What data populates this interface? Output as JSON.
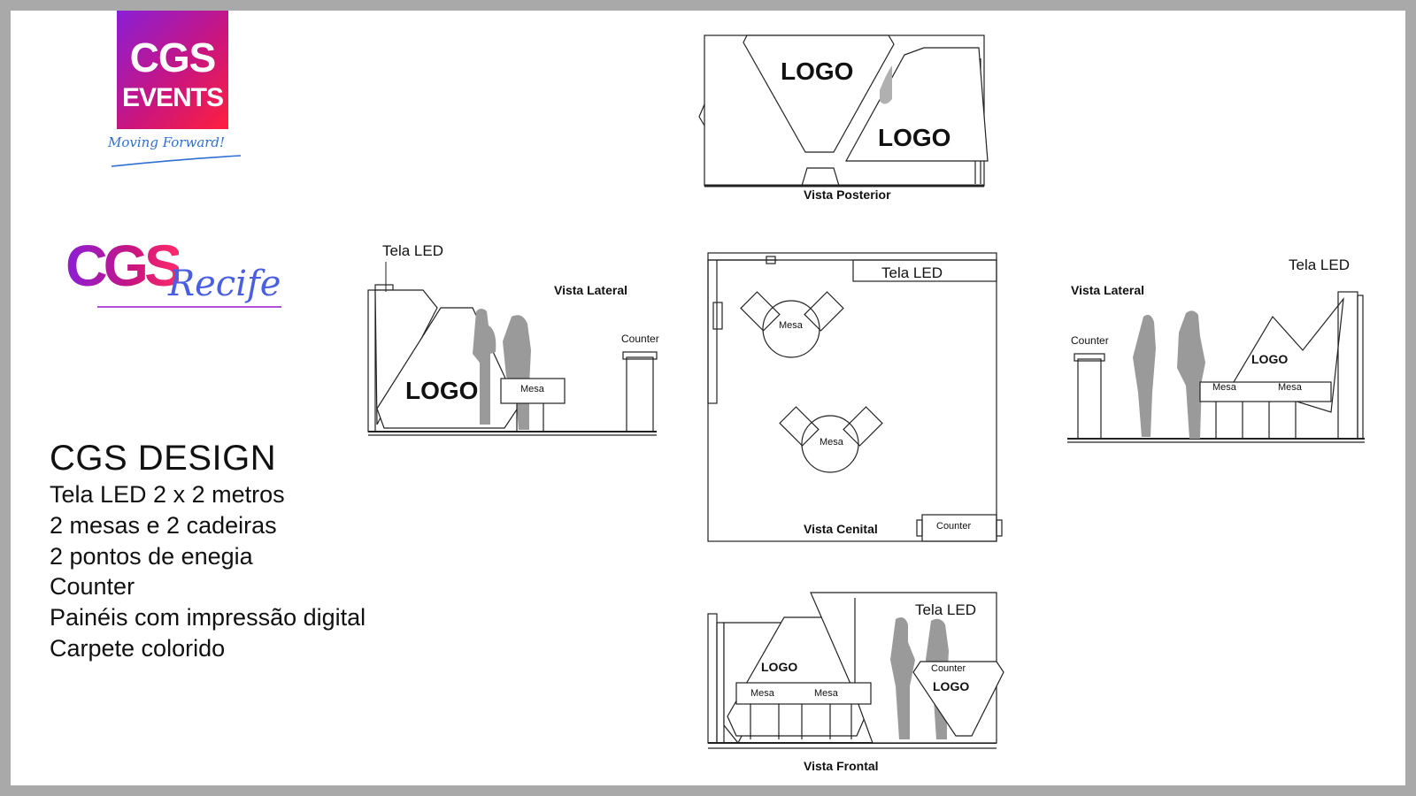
{
  "brand": {
    "cgs": "CGS",
    "events": "EVENTS",
    "tagline": "Moving Forward!",
    "recife_cgs": "CGS",
    "recife_script": "Recife"
  },
  "specs": {
    "title": "CGS DESIGN",
    "items": [
      "Tela LED 2 x 2 metros",
      "2 mesas e 2 cadeiras",
      "2 pontos de enegia",
      "Counter",
      "Painéis com impressão digital",
      "Carpete colorido"
    ]
  },
  "views": {
    "posterior": {
      "title": "Vista Posterior",
      "logo": "LOGO"
    },
    "lateral_left": {
      "title": "Vista Lateral",
      "led": "Tela LED",
      "logo": "LOGO",
      "counter": "Counter",
      "mesa": "Mesa"
    },
    "cenital": {
      "title": "Vista Cenital",
      "led": "Tela LED",
      "mesa": "Mesa",
      "counter": "Counter"
    },
    "lateral_right": {
      "title": "Vista Lateral",
      "led": "Tela LED",
      "logo": "LOGO",
      "counter": "Counter",
      "mesa": "Mesa"
    },
    "frontal": {
      "title": "Vista Frontal",
      "led": "Tela LED",
      "logo": "LOGO",
      "counter": "Counter",
      "mesa": "Mesa"
    }
  },
  "colors": {
    "line": "#222222",
    "silhouette": "#9a9a9a",
    "brand_purple": "#8a1fd6",
    "brand_pink": "#ff1f3d",
    "script_blue": "#4a5fe0"
  }
}
